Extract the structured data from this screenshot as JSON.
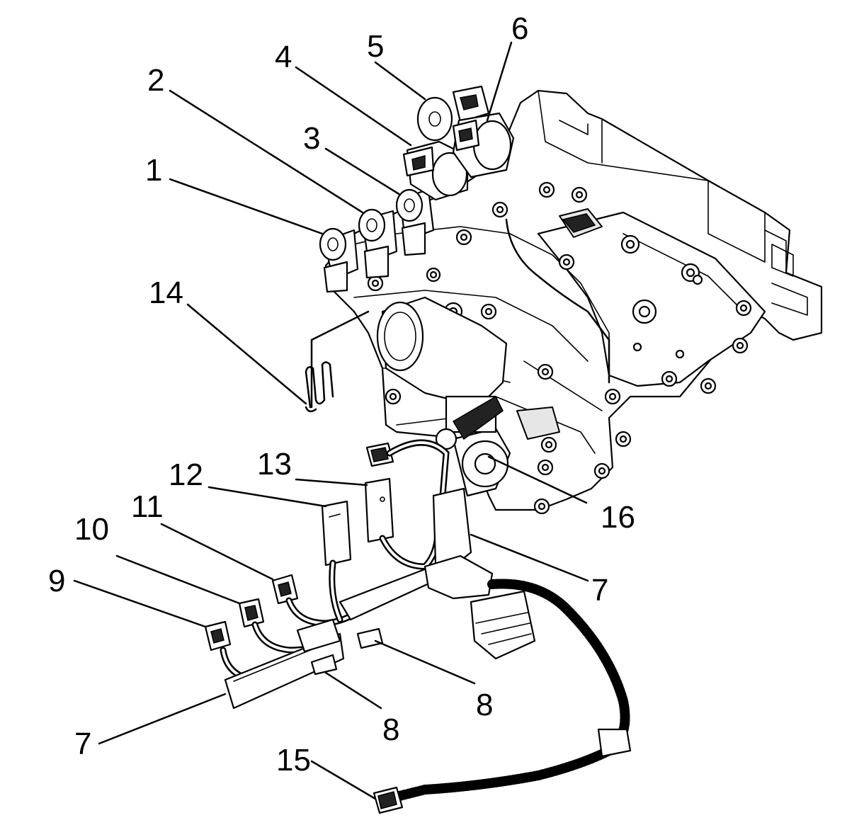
{
  "callouts": {
    "c1": "1",
    "c2": "2",
    "c3": "3",
    "c4": "4",
    "c5": "5",
    "c6": "6",
    "c7a": "7",
    "c7b": "7",
    "c8a": "8",
    "c8b": "8",
    "c9": "9",
    "c10": "10",
    "c11": "11",
    "c12": "12",
    "c13": "13",
    "c14": "14",
    "c15": "15",
    "c16": "16"
  }
}
